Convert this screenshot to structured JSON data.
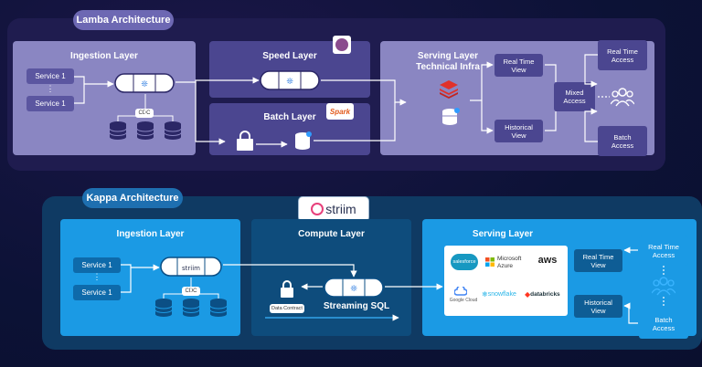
{
  "lambda": {
    "title": "Lamba Architecture",
    "ingestion": {
      "title": "Ingestion Layer",
      "service_top": "Service 1",
      "service_bottom": "Service 1",
      "cdc": "CDC"
    },
    "speed": {
      "title": "Speed Layer"
    },
    "batch": {
      "title": "Batch Layer",
      "spark_label": "Spark"
    },
    "serving": {
      "title_line1": "Serving Layer",
      "title_line2": "Technical Infra"
    },
    "views": {
      "real_time": "Real Time\nView",
      "historical": "Historical\nView",
      "mixed": "Mixed\nAccess"
    },
    "access": {
      "real_time": "Real Time\nAccess",
      "batch": "Batch\nAccess"
    }
  },
  "kappa": {
    "title": "Kappa Architecture",
    "brand": "striim",
    "ingestion": {
      "title": "Ingestion Layer",
      "service_top": "Service 1",
      "service_bottom": "Service 1",
      "cdc": "CDC",
      "pipe_label": "striim"
    },
    "compute": {
      "title": "Compute Layer",
      "streaming": "Streaming SQL",
      "data_contract": "Data Contract"
    },
    "serving": {
      "title": "Serving Layer",
      "logos": {
        "salesforce": "salesforce",
        "microsoft": "Microsoft\nAzure",
        "aws": "aws",
        "google": "Google Cloud",
        "snowflake": "snowflake",
        "databricks": "databricks"
      }
    },
    "views": {
      "real_time": "Real Time\nView",
      "historical": "Historical\nView"
    },
    "access": {
      "real_time": "Real Time\nAccess",
      "batch": "Batch\nAccess"
    }
  },
  "colors": {
    "lambda_panel": "#8a86c2",
    "lambda_bg": "#23205a",
    "lambda_box": "#4b4690",
    "kappa_panel": "#1b9ae4",
    "kappa_bg": "#0f3a63",
    "kappa_compute": "#0e4c7c",
    "kappa_box": "#0e5d95"
  }
}
